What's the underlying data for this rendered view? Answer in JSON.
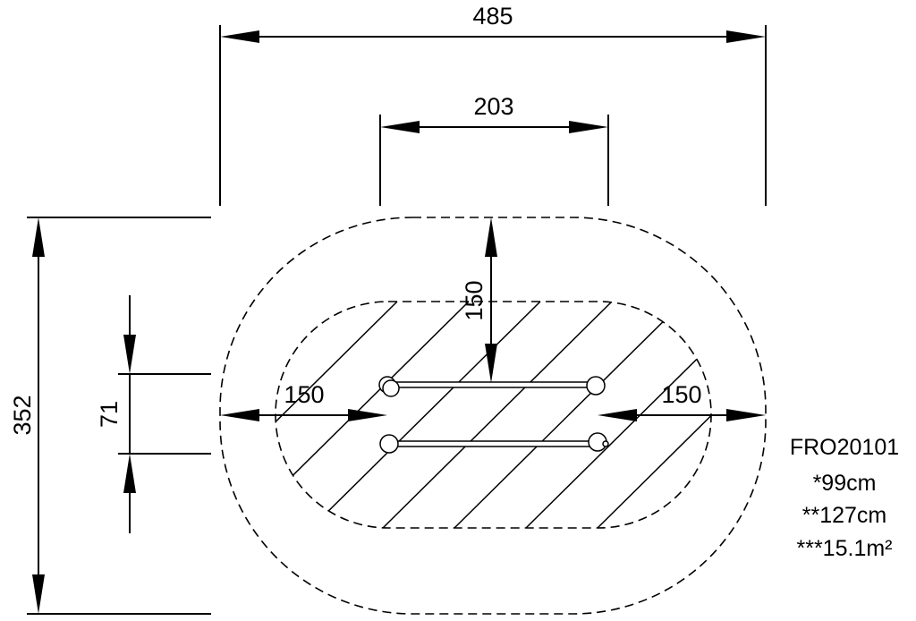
{
  "dimensions": {
    "overall_width": "485",
    "inner_width": "203",
    "overall_depth": "352",
    "bar_spacing": "71",
    "clearance_top": "150",
    "clearance_left": "150",
    "clearance_right": "150"
  },
  "product_info": {
    "code": "FRO20101",
    "height_1": "*99cm",
    "height_2": "**127cm",
    "area": "***15.1m²"
  }
}
